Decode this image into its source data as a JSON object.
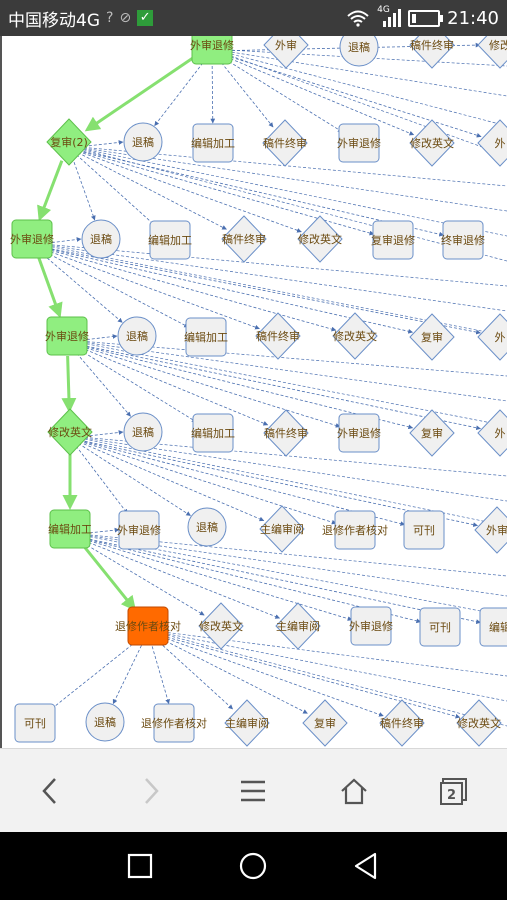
{
  "status_bar": {
    "carrier": "中国移动4G",
    "network": "4G",
    "time": "21:40",
    "icons": [
      "question-icon",
      "blocked-icon",
      "check-icon",
      "wifi-icon",
      "signal-icon",
      "battery-icon"
    ]
  },
  "browser_toolbar": {
    "tab_count": "2",
    "buttons": [
      "back",
      "forward",
      "menu",
      "home",
      "tabs"
    ]
  },
  "system_nav": [
    "recent-apps",
    "home",
    "back"
  ],
  "colors": {
    "path_node": "#90ee80",
    "current_node": "#ff6a00",
    "node_fill": "#f0f0f0",
    "node_stroke": "#6a8fc8",
    "edge": "#4a6fb0",
    "path_edge": "#86e070",
    "label": "#6b4a10"
  },
  "graph": {
    "nodes": [
      {
        "id": "a0",
        "label": "外审退修",
        "shape": "rect",
        "state": "path"
      },
      {
        "id": "a1",
        "label": "外审",
        "shape": "diamond",
        "state": "normal"
      },
      {
        "id": "a2",
        "label": "退稿",
        "shape": "circle",
        "state": "normal"
      },
      {
        "id": "a3",
        "label": "稿件终审",
        "shape": "diamond",
        "state": "normal"
      },
      {
        "id": "a4",
        "label": "修改",
        "shape": "diamond",
        "state": "normal"
      },
      {
        "id": "b0",
        "label": "复审(2)",
        "shape": "diamond",
        "state": "path"
      },
      {
        "id": "b1",
        "label": "退稿",
        "shape": "circle",
        "state": "normal"
      },
      {
        "id": "b2",
        "label": "编辑加工",
        "shape": "rect",
        "state": "normal"
      },
      {
        "id": "b3",
        "label": "稿件终审",
        "shape": "diamond",
        "state": "normal"
      },
      {
        "id": "b4",
        "label": "外审退修",
        "shape": "rect",
        "state": "normal"
      },
      {
        "id": "b5",
        "label": "修改英文",
        "shape": "diamond",
        "state": "normal"
      },
      {
        "id": "b6",
        "label": "外",
        "shape": "diamond",
        "state": "normal"
      },
      {
        "id": "c0",
        "label": "外审退修",
        "shape": "rect",
        "state": "path"
      },
      {
        "id": "c1",
        "label": "退稿",
        "shape": "circle",
        "state": "normal"
      },
      {
        "id": "c2",
        "label": "编辑加工",
        "shape": "rect",
        "state": "normal"
      },
      {
        "id": "c3",
        "label": "稿件终审",
        "shape": "diamond",
        "state": "normal"
      },
      {
        "id": "c4",
        "label": "修改英文",
        "shape": "diamond",
        "state": "normal"
      },
      {
        "id": "c5",
        "label": "复审退修",
        "shape": "rect",
        "state": "normal"
      },
      {
        "id": "c6",
        "label": "终审退修",
        "shape": "rect",
        "state": "normal"
      },
      {
        "id": "d0",
        "label": "外审退修",
        "shape": "rect",
        "state": "path"
      },
      {
        "id": "d1",
        "label": "退稿",
        "shape": "circle",
        "state": "normal"
      },
      {
        "id": "d2",
        "label": "编辑加工",
        "shape": "rect",
        "state": "normal"
      },
      {
        "id": "d3",
        "label": "稿件终审",
        "shape": "diamond",
        "state": "normal"
      },
      {
        "id": "d4",
        "label": "修改英文",
        "shape": "diamond",
        "state": "normal"
      },
      {
        "id": "d5",
        "label": "复审",
        "shape": "diamond",
        "state": "normal"
      },
      {
        "id": "d6",
        "label": "外",
        "shape": "diamond",
        "state": "normal"
      },
      {
        "id": "e0",
        "label": "修改英文",
        "shape": "diamond",
        "state": "path"
      },
      {
        "id": "e1",
        "label": "退稿",
        "shape": "circle",
        "state": "normal"
      },
      {
        "id": "e2",
        "label": "编辑加工",
        "shape": "rect",
        "state": "normal"
      },
      {
        "id": "e3",
        "label": "稿件终审",
        "shape": "diamond",
        "state": "normal"
      },
      {
        "id": "e4",
        "label": "外审退修",
        "shape": "rect",
        "state": "normal"
      },
      {
        "id": "e5",
        "label": "复审",
        "shape": "diamond",
        "state": "normal"
      },
      {
        "id": "e6",
        "label": "外",
        "shape": "diamond",
        "state": "normal"
      },
      {
        "id": "f0",
        "label": "编辑加工",
        "shape": "rect",
        "state": "path"
      },
      {
        "id": "f1",
        "label": "外审退修",
        "shape": "rect",
        "state": "normal"
      },
      {
        "id": "f2",
        "label": "退稿",
        "shape": "circle",
        "state": "normal"
      },
      {
        "id": "f3",
        "label": "主编审阅",
        "shape": "diamond",
        "state": "normal"
      },
      {
        "id": "f4",
        "label": "退修作者核对",
        "shape": "rect",
        "state": "normal"
      },
      {
        "id": "f5",
        "label": "可刊",
        "shape": "rect",
        "state": "normal"
      },
      {
        "id": "f6",
        "label": "外审",
        "shape": "diamond",
        "state": "normal"
      },
      {
        "id": "g0",
        "label": "退修作者核对",
        "shape": "rect",
        "state": "current"
      },
      {
        "id": "g1",
        "label": "修改英文",
        "shape": "diamond",
        "state": "normal"
      },
      {
        "id": "g2",
        "label": "主编审阅",
        "shape": "diamond",
        "state": "normal"
      },
      {
        "id": "g3",
        "label": "外审退修",
        "shape": "rect",
        "state": "normal"
      },
      {
        "id": "g4",
        "label": "可刊",
        "shape": "rect",
        "state": "normal"
      },
      {
        "id": "g5",
        "label": "编辑",
        "shape": "rect",
        "state": "normal"
      },
      {
        "id": "h0",
        "label": "可刊",
        "shape": "rect",
        "state": "normal"
      },
      {
        "id": "h1",
        "label": "退稿",
        "shape": "circle",
        "state": "normal"
      },
      {
        "id": "h2",
        "label": "退修作者核对",
        "shape": "rect",
        "state": "normal"
      },
      {
        "id": "h3",
        "label": "主编审阅",
        "shape": "diamond",
        "state": "normal"
      },
      {
        "id": "h4",
        "label": "复审",
        "shape": "diamond",
        "state": "normal"
      },
      {
        "id": "h5",
        "label": "稿件终审",
        "shape": "diamond",
        "state": "normal"
      },
      {
        "id": "h6",
        "label": "修改英文",
        "shape": "diamond",
        "state": "normal"
      }
    ],
    "path_edges": [
      [
        "a0",
        "b0"
      ],
      [
        "b0",
        "c0"
      ],
      [
        "c0",
        "d0"
      ],
      [
        "d0",
        "e0"
      ],
      [
        "e0",
        "f0"
      ],
      [
        "f0",
        "g0"
      ]
    ],
    "fan_edges": [
      [
        "a0",
        [
          "a4",
          "b1",
          "b2",
          "b3",
          "b4",
          "b5",
          "b6"
        ]
      ],
      [
        "b0",
        [
          "b1",
          "c1",
          "c2",
          "c3",
          "c4",
          "c5",
          "c6"
        ]
      ],
      [
        "c0",
        [
          "c1",
          "d1",
          "d2",
          "d3",
          "d4",
          "d5",
          "d6"
        ]
      ],
      [
        "d0",
        [
          "d1",
          "e1",
          "e2",
          "e3",
          "e4",
          "e5",
          "e6"
        ]
      ],
      [
        "e0",
        [
          "e1",
          "f1",
          "f2",
          "f3",
          "f4",
          "f5",
          "f6"
        ]
      ],
      [
        "f0",
        [
          "f1",
          "g1",
          "g2",
          "g3",
          "g4",
          "g5"
        ]
      ],
      [
        "g0",
        [
          "h0",
          "h1",
          "h2",
          "h3",
          "h4",
          "h5",
          "h6"
        ]
      ]
    ]
  }
}
